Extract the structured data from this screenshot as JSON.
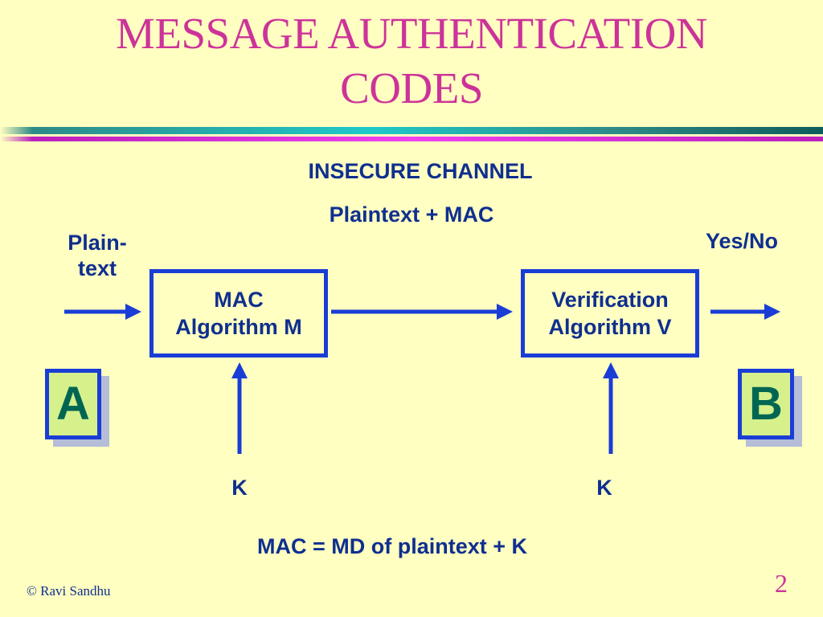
{
  "title": {
    "line1": "MESSAGE AUTHENTICATION",
    "line2": "CODES"
  },
  "diagram": {
    "channel_label": "INSECURE CHANNEL",
    "channel_payload": "Plaintext + MAC",
    "input_label_line1": "Plain-",
    "input_label_line2": "text",
    "output_label": "Yes/No",
    "sender_box": {
      "line1": "MAC",
      "line2": "Algorithm M"
    },
    "receiver_box": {
      "line1": "Verification",
      "line2": "Algorithm V"
    },
    "sender_key": "K",
    "receiver_key": "K",
    "party_a": "A",
    "party_b": "B",
    "formula": "MAC = MD of plaintext + K"
  },
  "footer": {
    "copyright": "© Ravi Sandhu",
    "page_number": "2"
  },
  "colors": {
    "background": "#ffffc2",
    "title": "#cc3399",
    "text": "#0f2f8f",
    "box_border": "#1a3dd6",
    "party_fill": "#d6f08c",
    "party_letter": "#006652"
  }
}
